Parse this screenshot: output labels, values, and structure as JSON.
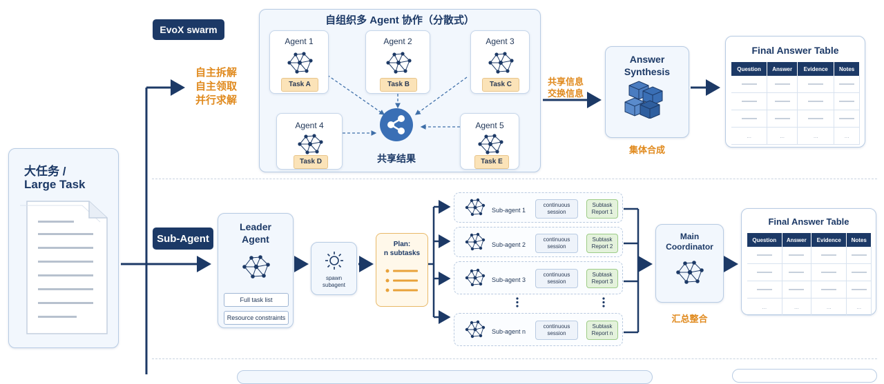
{
  "left": {
    "big_task_line1": "大任务 /",
    "big_task_line2": "Large Task"
  },
  "swarm": {
    "badge": "EvoX swarm",
    "labels": [
      "自主拆解",
      "自主领取",
      "并行求解"
    ],
    "panel_title": "自组织多 Agent 协作（分散式）",
    "agents": [
      {
        "name": "Agent 1",
        "task": "Task A"
      },
      {
        "name": "Agent 2",
        "task": "Task B"
      },
      {
        "name": "Agent 3",
        "task": "Task C"
      },
      {
        "name": "Agent 4",
        "task": "Task D"
      },
      {
        "name": "Agent 5",
        "task": "Task E"
      }
    ],
    "shared_result": "共享结果",
    "exchange_line1": "共享信息",
    "exchange_line2": "交换信息",
    "synthesis_line1": "Answer",
    "synthesis_line2": "Synthesis",
    "synthesis_caption": "集体合成",
    "table_title": "Final Answer Table",
    "table_headers": [
      "Question",
      "Answer",
      "Evidence",
      "Notes"
    ]
  },
  "subagent": {
    "badge": "Sub-Agent",
    "leader_line1": "Leader",
    "leader_line2": "Agent",
    "full_task_list": "Full task list",
    "resource_constraints": "Resource constraints",
    "spawn_line1": "spawn",
    "spawn_line2": "subagent",
    "plan_line1": "Plan:",
    "plan_line2": "n subtasks",
    "subagents": [
      {
        "name": "Sub-agent 1",
        "session1": "continuous",
        "session2": "session",
        "report1": "Subtask",
        "report2": "Report 1"
      },
      {
        "name": "Sub-agent 2",
        "session1": "continuous",
        "session2": "session",
        "report1": "Subtask",
        "report2": "Report 2"
      },
      {
        "name": "Sub-agent 3",
        "session1": "continuous",
        "session2": "session",
        "report1": "Subtask",
        "report2": "Report 3"
      },
      {
        "name": "Sub-agent n",
        "session1": "continuous",
        "session2": "session",
        "report1": "Subtask",
        "report2": "Report n"
      }
    ],
    "coordinator_line1": "Main",
    "coordinator_line2": "Coordinator",
    "coordinator_caption": "汇总整合",
    "table_title": "Final Answer Table",
    "table_headers": [
      "Question",
      "Answer",
      "Evidence",
      "Notes"
    ]
  },
  "table_placeholder": "...",
  "colors": {
    "navy": "#1c3966",
    "orange": "#e08a1e",
    "arrow": "#1c3966"
  }
}
